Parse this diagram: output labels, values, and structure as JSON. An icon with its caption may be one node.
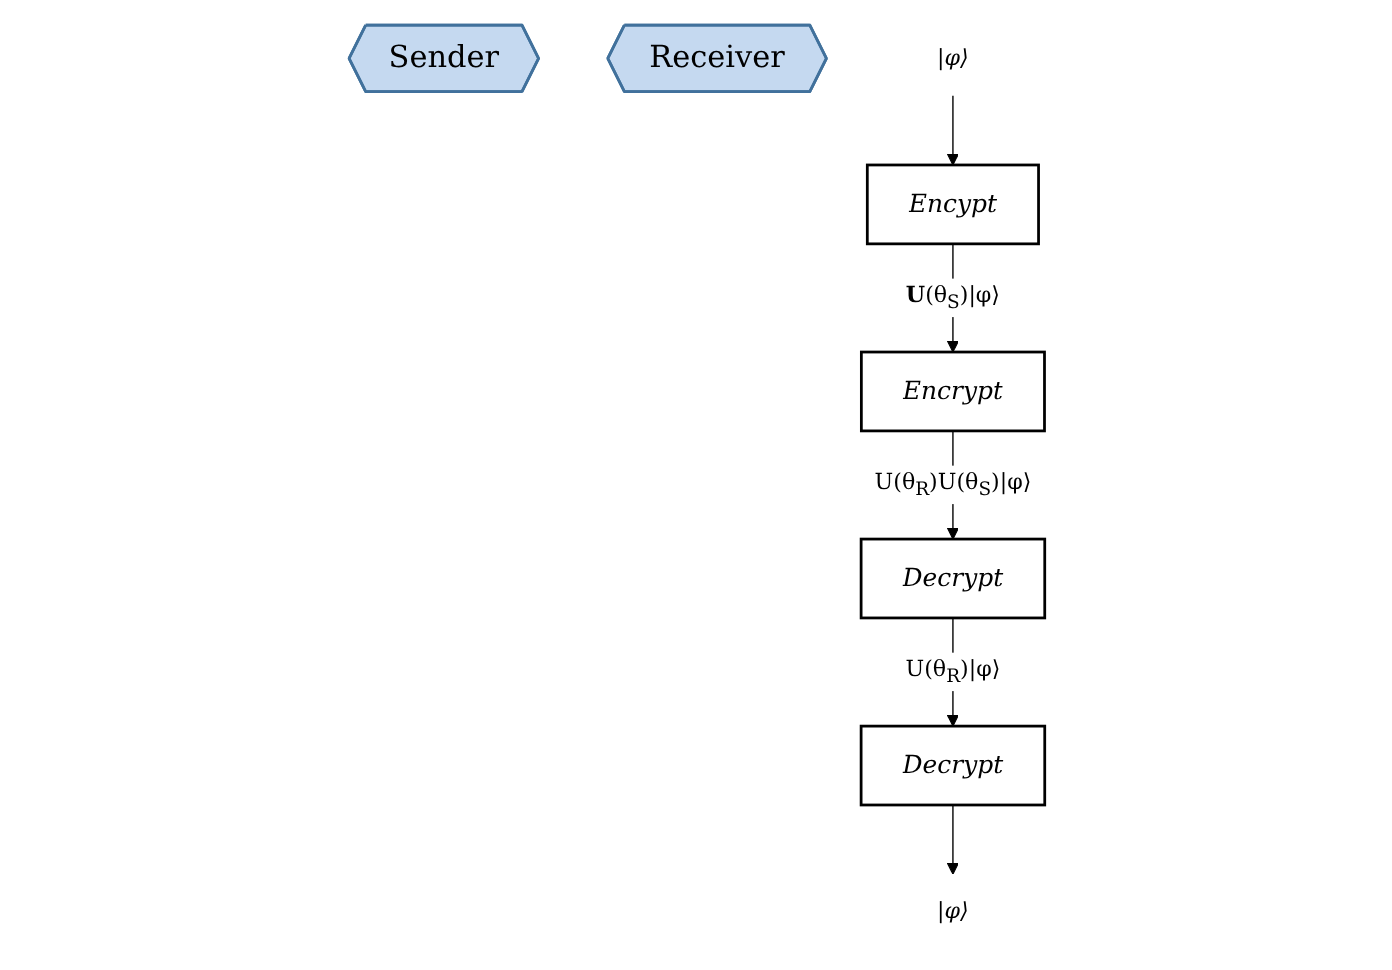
{
  "diagram": {
    "nodes": [
      {
        "text": [
          "Sender"
        ]
      },
      {
        "text": [
          "Receiver"
        ]
      },
      {
        "text": [
          "|φ⟩"
        ]
      },
      {
        "text": [
          "Encypt"
        ]
      },
      {
        "text": [
          "Encrypt"
        ]
      },
      {
        "text": [
          "Decrypt"
        ]
      },
      {
        "text": [
          "Decrypt"
        ]
      },
      {
        "text": [
          "|φ⟩"
        ]
      }
    ],
    "edges": [
      {
        "from": 2,
        "to": 3,
        "arrow": "to"
      },
      {
        "from": 3,
        "to": 4,
        "arrow": "to",
        "label": "**U**(θ$_{S}$)|φ⟩"
      },
      {
        "from": 4,
        "to": 5,
        "arrow": "to",
        "label": "U(θ$_{R}$)U(θ$_{S}$)|φ⟩"
      },
      {
        "from": 5,
        "to": 6,
        "arrow": "to",
        "label": "U(θ$_{R}$)|φ⟩"
      },
      {
        "from": 6,
        "to": 7,
        "arrow": "to"
      }
    ]
  }
}
